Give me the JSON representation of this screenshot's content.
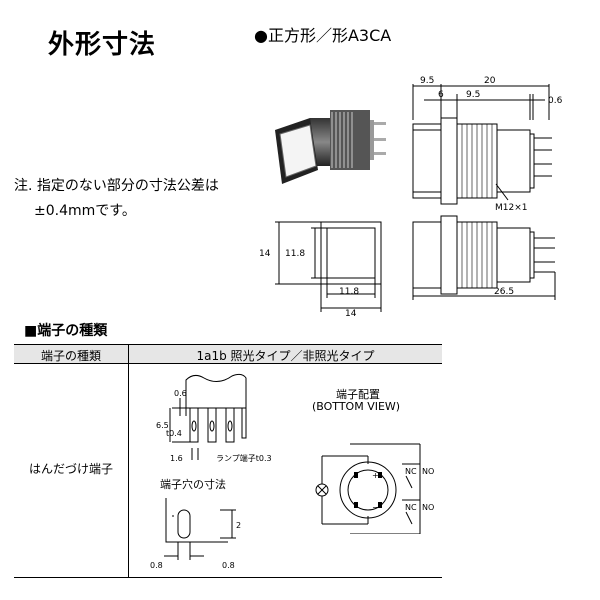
{
  "header": {
    "title": "外形寸法",
    "model": "●正方形／形A3CA"
  },
  "note": {
    "line1": "注. 指定のない部分の寸法公差は",
    "line2": "±0.4mmです。"
  },
  "side_view_dims": {
    "d9_5a": "9.5",
    "d20": "20",
    "d6": "6",
    "d9_5b": "9.5",
    "d0_6": "0.6",
    "thread": "M12×1",
    "d26_5": "26.5"
  },
  "front_view_dims": {
    "h14": "14",
    "h11_8": "11.8",
    "w11_8": "11.8",
    "w14": "14"
  },
  "terminal_section": {
    "heading": "■端子の種類",
    "col1_header": "端子の種類",
    "col2_header": "1a1b 照光タイプ／非照光タイプ",
    "row_label": "はんだづけ端子",
    "pin_dims": {
      "d0_6": "0.6",
      "d6_5": "6.5",
      "t0_4": "t0.4",
      "d1_6": "1.6",
      "lamp": "ランプ端子t0.3"
    },
    "layout_title": "端子配置",
    "bottom_view": "(BOTTOM VIEW)",
    "hole_title": "端子穴の寸法",
    "hole_dims": {
      "d2": "2",
      "d0_8a": "0.8",
      "d0_8b": "0.8"
    },
    "symbols": {
      "nc1": "NC",
      "no1": "NO",
      "nc2": "NC",
      "no2": "NO",
      "plus": "+",
      "minus": "−"
    }
  },
  "photo_caption": ""
}
